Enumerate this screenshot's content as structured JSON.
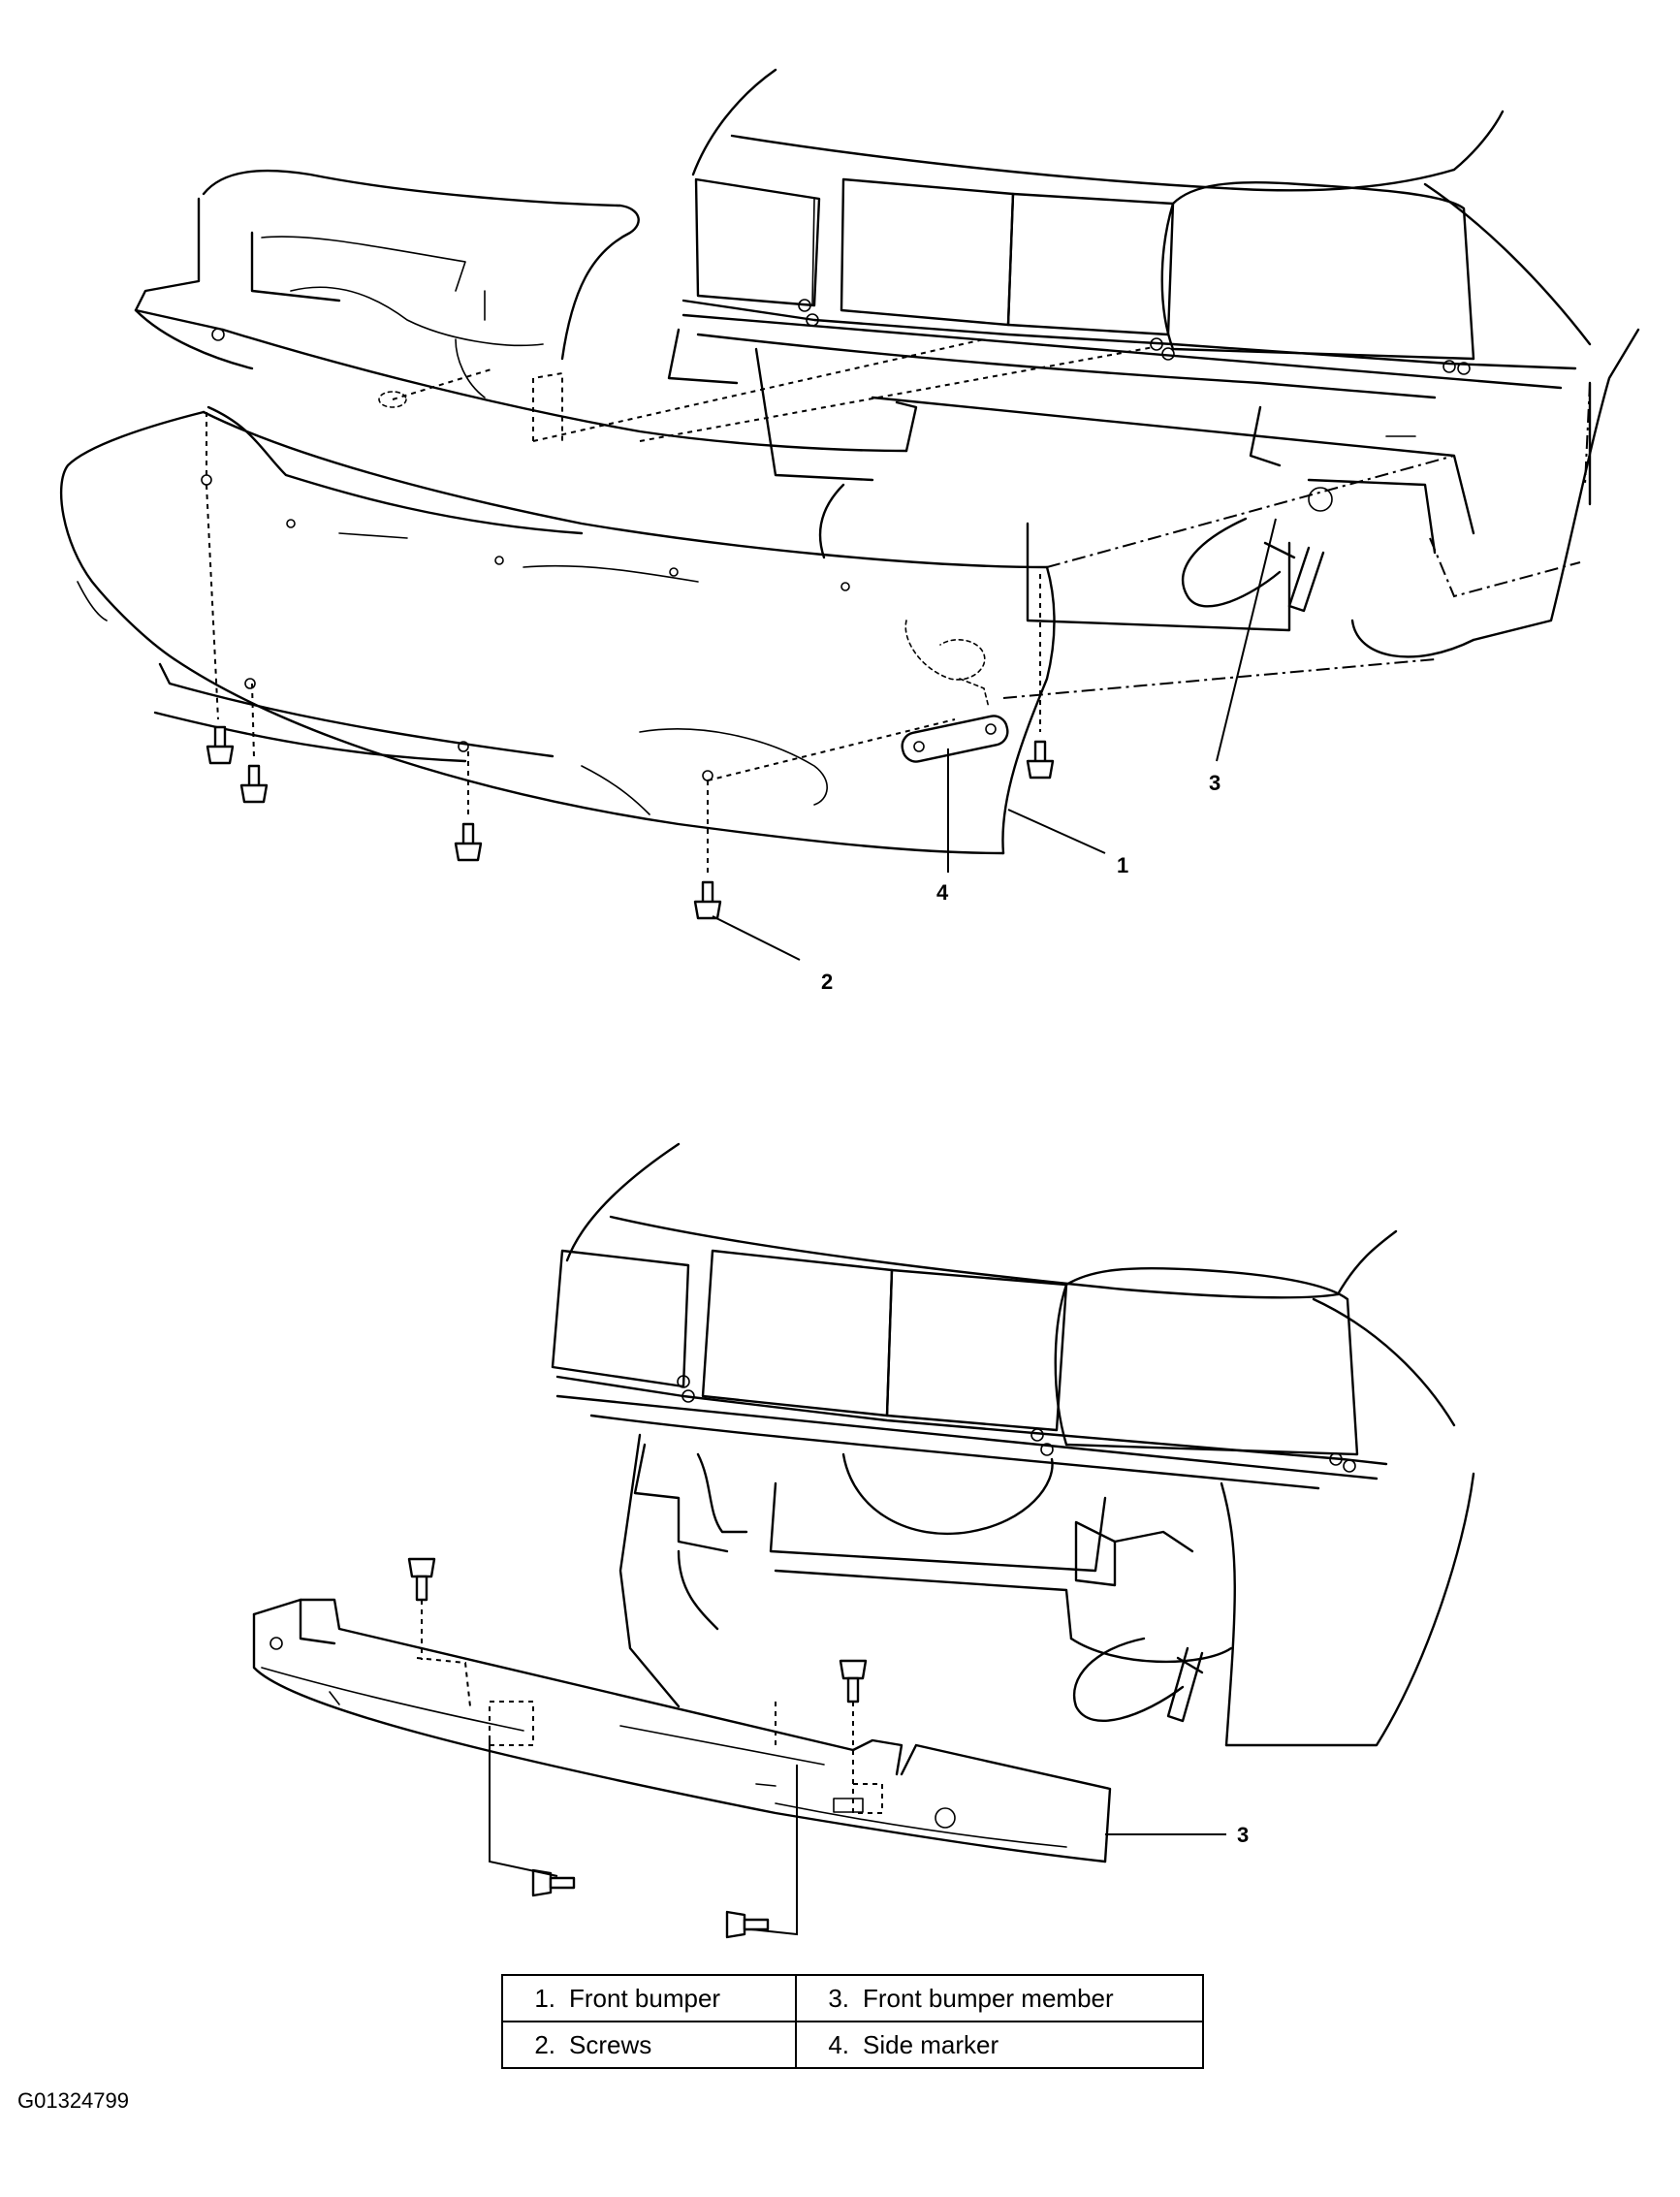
{
  "callouts": {
    "top": [
      {
        "id": "1",
        "text": "1"
      },
      {
        "id": "2",
        "text": "2"
      },
      {
        "id": "3",
        "text": "3"
      },
      {
        "id": "4",
        "text": "4"
      }
    ],
    "bottom": [
      {
        "id": "3",
        "text": "3"
      }
    ]
  },
  "legend": {
    "rows": [
      [
        {
          "num": "1.",
          "label": "Front bumper"
        },
        {
          "num": "3.",
          "label": "Front bumper member"
        }
      ],
      [
        {
          "num": "2.",
          "label": "Screws"
        },
        {
          "num": "4.",
          "label": "Side marker"
        }
      ]
    ]
  },
  "figure_id": "G01324799"
}
